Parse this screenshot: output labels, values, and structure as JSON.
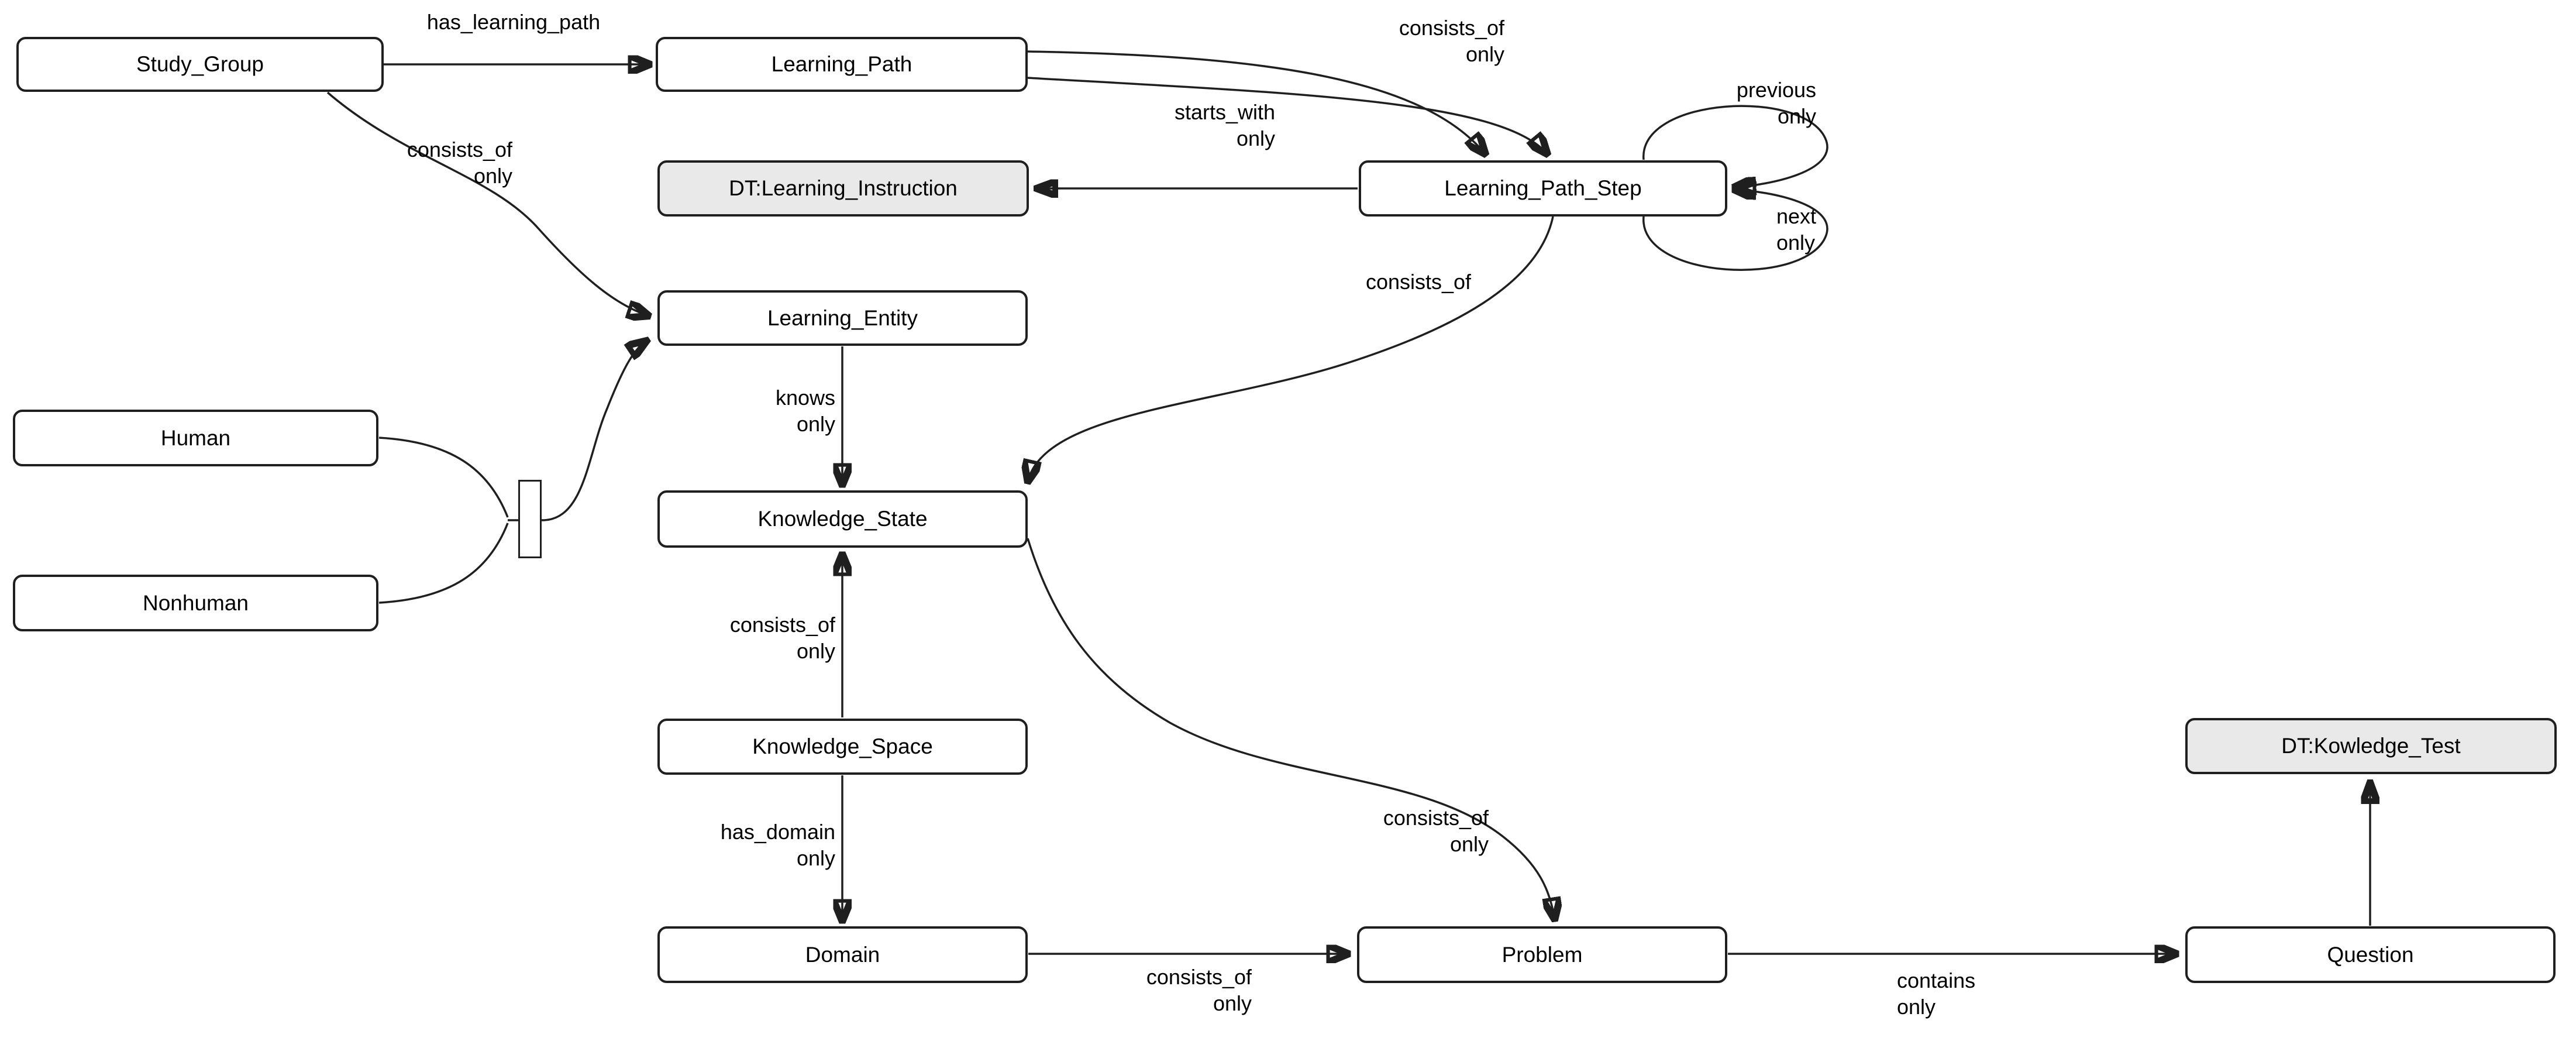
{
  "colors": {
    "canvas": "#ffffff",
    "node_fill": "#ffffff",
    "datatype_fill": "#e9e9e9",
    "stroke": "#1f1f1f",
    "text": "#000000"
  },
  "nodes": {
    "study_group": {
      "label": "Study_Group"
    },
    "learning_path": {
      "label": "Learning_Path"
    },
    "learning_path_step": {
      "label": "Learning_Path_Step"
    },
    "dt_learning_instruction": {
      "label": "DT:Learning_Instruction"
    },
    "learning_entity": {
      "label": "Learning_Entity"
    },
    "human": {
      "label": "Human"
    },
    "nonhuman": {
      "label": "Nonhuman"
    },
    "knowledge_state": {
      "label": "Knowledge_State"
    },
    "knowledge_space": {
      "label": "Knowledge_Space"
    },
    "domain": {
      "label": "Domain"
    },
    "problem": {
      "label": "Problem"
    },
    "question": {
      "label": "Question"
    },
    "dt_kowledge_test": {
      "label": "DT:Kowledge_Test"
    }
  },
  "edges": {
    "has_learning_path": {
      "label": "has_learning_path"
    },
    "lp_consists_of": {
      "label": "consists_of\nonly"
    },
    "starts_with": {
      "label": "starts_with\nonly"
    },
    "previous": {
      "label": "previous\nonly"
    },
    "next": {
      "label": "next\nonly"
    },
    "lps_consists_of": {
      "label": "consists_of"
    },
    "sg_consists_of": {
      "label": "consists_of\nonly"
    },
    "knows": {
      "label": "knows\nonly"
    },
    "kspace_consists_of": {
      "label": "consists_of\nonly"
    },
    "has_domain": {
      "label": "has_domain\nonly"
    },
    "kstate_consists_of": {
      "label": "consists_of\nonly"
    },
    "domain_consists_of": {
      "label": "consists_of\nonly"
    },
    "contains": {
      "label": "contains\nonly"
    }
  }
}
